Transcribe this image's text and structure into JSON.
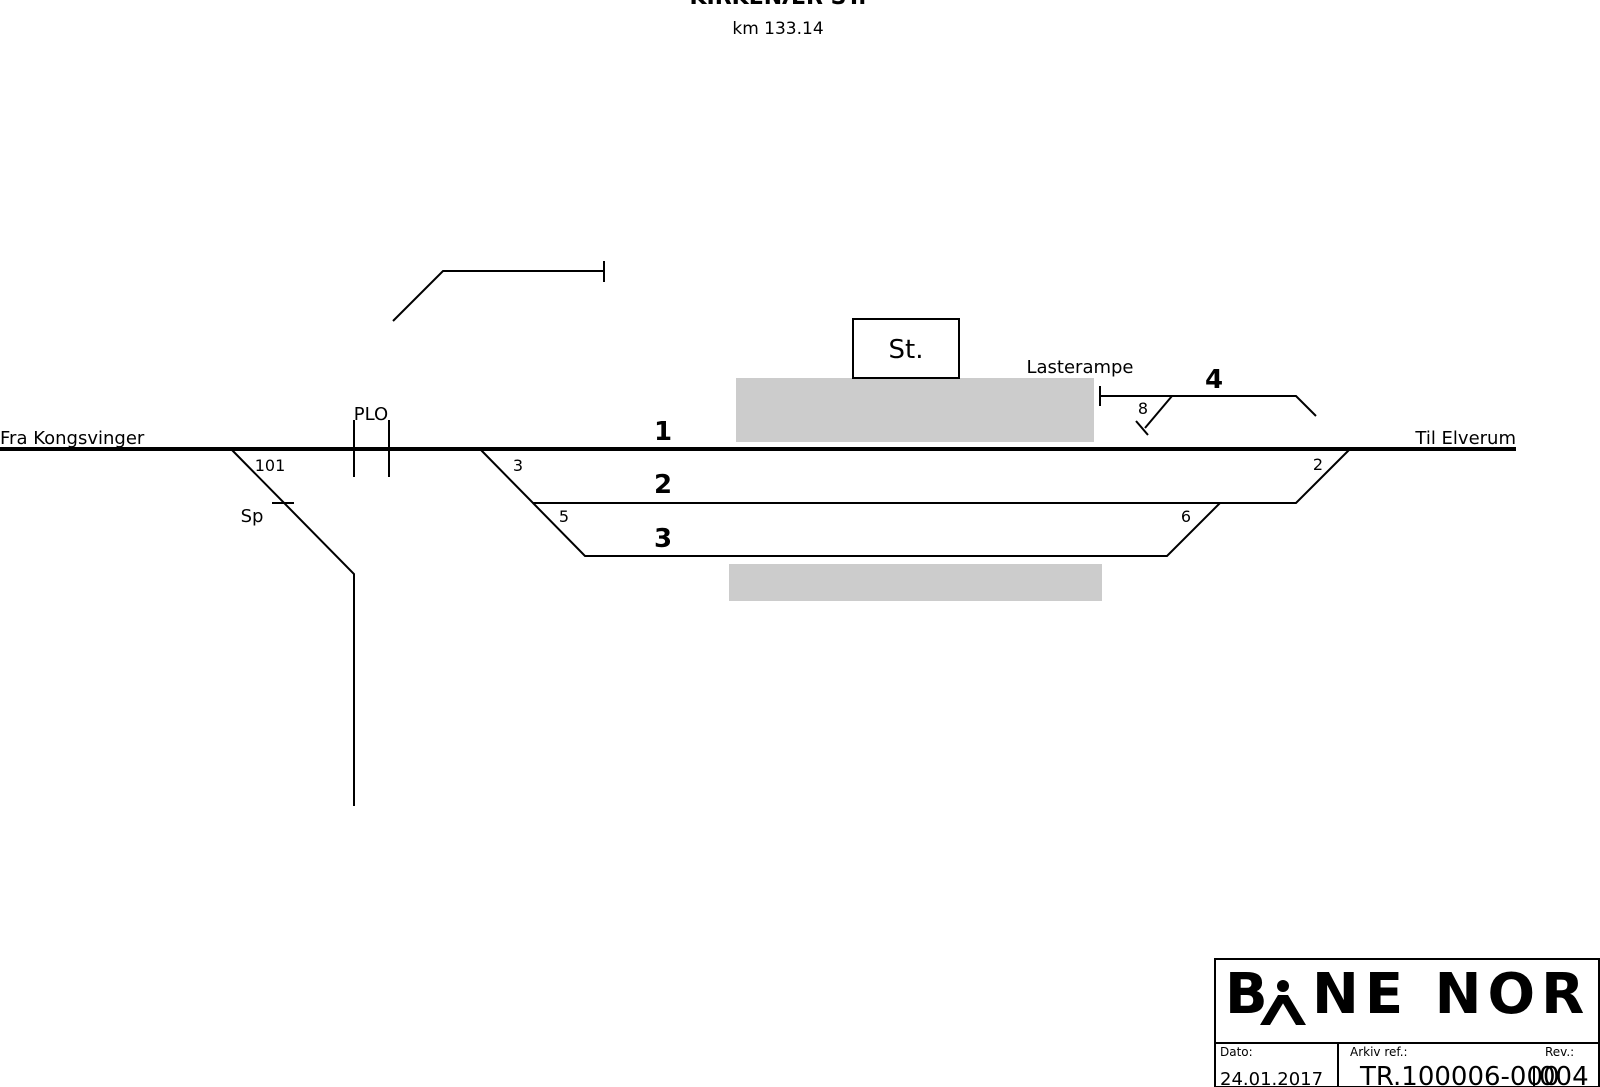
{
  "header": {
    "title": "KIRKENÆR ST.",
    "km": "km 133.14"
  },
  "labels": {
    "from": "Fra Kongsvinger",
    "to": "Til Elverum",
    "plo": "PLO",
    "sp": "Sp",
    "station_building": "St.",
    "lasterampe": "Lasterampe"
  },
  "tracks": [
    "1",
    "2",
    "3",
    "4"
  ],
  "switches": [
    "101",
    "3",
    "5",
    "6",
    "2",
    "8"
  ],
  "colors": {
    "line": "#000000",
    "platform": "#cccccc",
    "background": "#ffffff"
  },
  "title_block": {
    "logo_left": "B",
    "logo_right": "NE NOR",
    "dato_label": "Dato:",
    "dato_value": "24.01.2017",
    "arkiv_label": "Arkiv ref.:",
    "arkiv_value": "TR.100006-000",
    "rev_label": "Rev.:",
    "rev_value": "004"
  }
}
